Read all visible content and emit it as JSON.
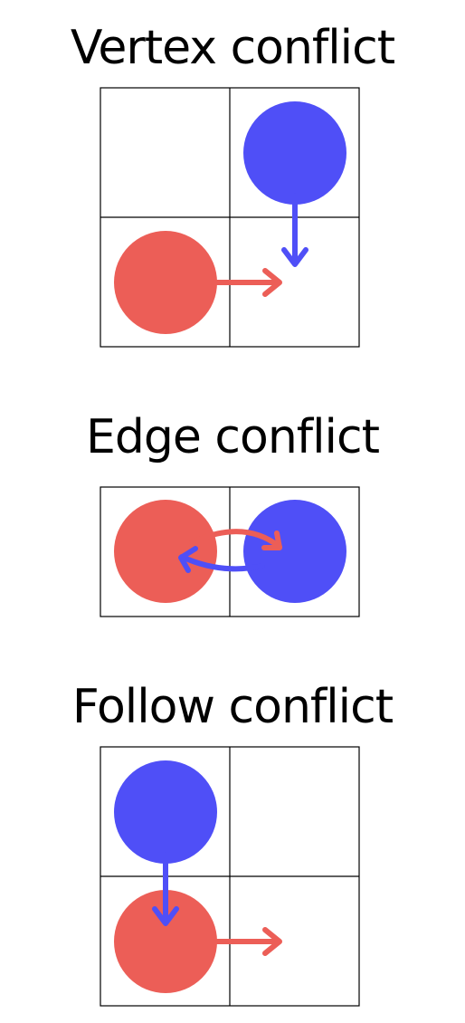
{
  "colors": {
    "agent_red": "#EC5E57",
    "agent_blue": "#4F4FF7",
    "grid_line": "#000000"
  },
  "diagrams": {
    "vertex": {
      "title": "Vertex conflict"
    },
    "edge": {
      "title": "Edge conflict"
    },
    "follow": {
      "title": "Follow conflict"
    }
  }
}
